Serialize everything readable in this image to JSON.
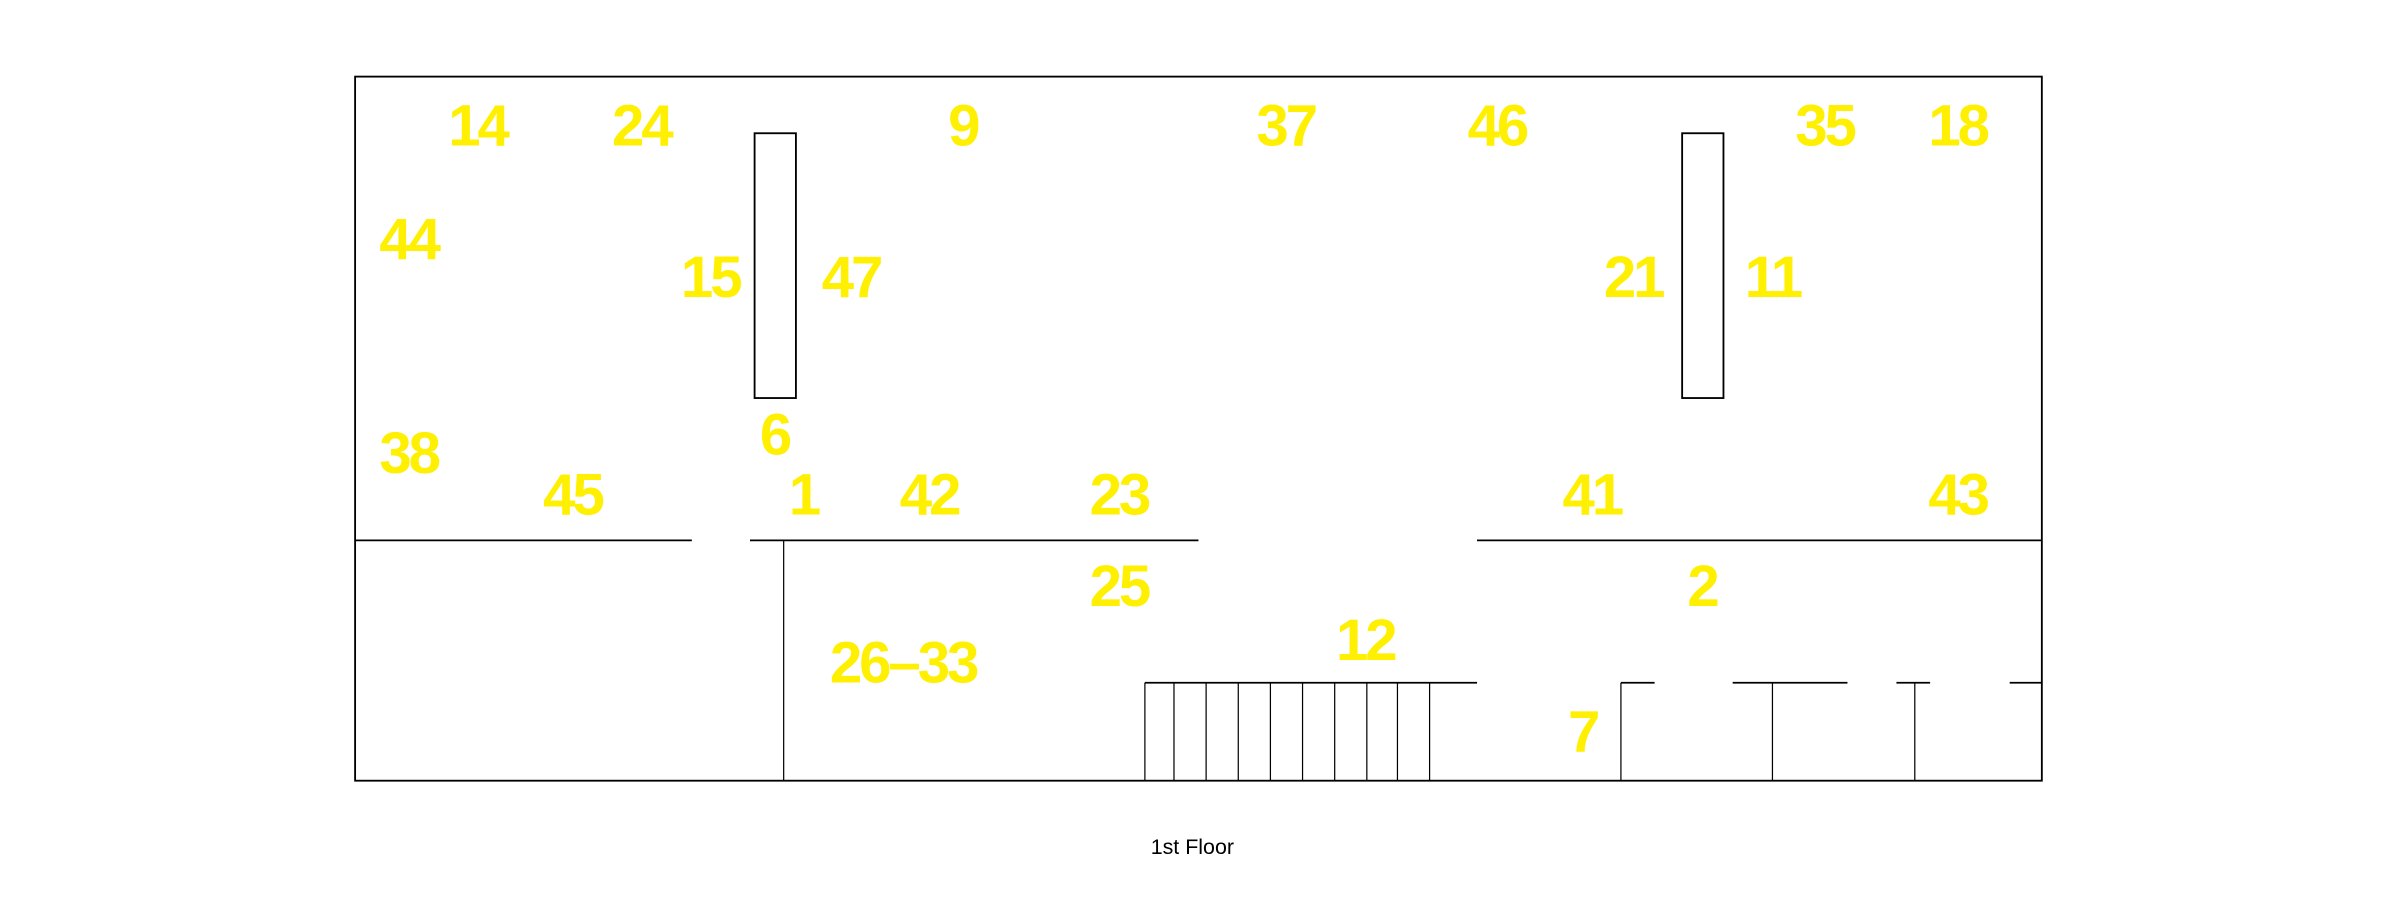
{
  "caption": "1st Floor",
  "label_color": "#FFEF00",
  "labels": {
    "l14": "14",
    "l24": "24",
    "l9": "9",
    "l37": "37",
    "l46": "46",
    "l35": "35",
    "l18": "18",
    "l44": "44",
    "l15": "15",
    "l47": "47",
    "l21": "21",
    "l11": "11",
    "l6": "6",
    "l38": "38",
    "l45": "45",
    "l1": "1",
    "l42": "42",
    "l23": "23",
    "l41": "41",
    "l43": "43",
    "l25": "25",
    "l2": "2",
    "l12": "12",
    "l26_33": "26–33",
    "l7": "7"
  }
}
